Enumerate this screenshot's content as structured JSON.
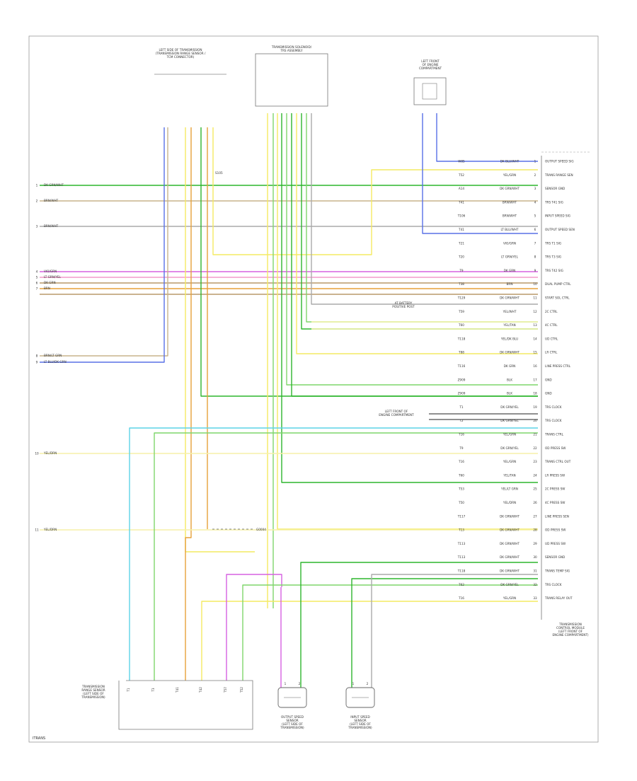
{
  "diagram": {
    "footer_code": "ITRANS",
    "connectors": {
      "left_tcm": {
        "title_lines": [
          "LEFT SIDE OF TRANSMISSION",
          "(TRANSMISSION RANGE SENSOR /",
          "TCM CONNECTOR)"
        ]
      },
      "tsa": {
        "title_lines": [
          "TRANSMISSION SOLENOID/",
          "TRS ASSEMBLY"
        ]
      },
      "lr_module": {
        "title_lines": [
          "LEFT FRONT",
          "OF ENGINE",
          "COMPARTMENT"
        ]
      },
      "tcm_right": {
        "title_lines": [
          "TRANSMISSION",
          "CONTROL MODULE",
          "(LEFT FRONT OF",
          "ENGINE COMPARTMENT)"
        ]
      },
      "bottom_tps": {
        "title_lines": [
          "TRANSMISSION",
          "RANGE SENSOR",
          "(LEFT SIDE OF",
          "TRANSMISSION)"
        ]
      },
      "output_sensor": {
        "title_lines": [
          "OUTPUT SPEED",
          "SENSOR",
          "(LEFT SIDE OF",
          "TRANSMISSION)"
        ]
      },
      "input_sensor": {
        "title_lines": [
          "INPUT SPEED",
          "SENSOR",
          "(LEFT SIDE OF",
          "TRANSMISSION)"
        ]
      }
    },
    "splice_labels": {
      "s1": "S105",
      "s2": "G0004",
      "s3": [
        "AT BATTERY",
        "POSITIVE POST"
      ],
      "s4": [
        "LEFT FRONT OF",
        "ENGINE COMPARTMENT"
      ]
    },
    "left_wire_labels": [
      {
        "num": "1",
        "text": "DK GRN/WHT"
      },
      {
        "num": "2",
        "text": "BRN/WHT"
      },
      {
        "num": "3",
        "text": "BRN/WHT"
      },
      {
        "num": "4",
        "text": "VIO/GRN"
      },
      {
        "num": "5",
        "text": "LT GRN/YEL"
      },
      {
        "num": "6",
        "text": "DK GRN"
      },
      {
        "num": "7",
        "text": "BRN"
      },
      {
        "num": "8",
        "text": "BRN/LT GRN"
      },
      {
        "num": "9",
        "text": "LT BLU/DK GRN"
      },
      {
        "num": "10",
        "text": "YEL/DRN"
      },
      {
        "num": "11",
        "text": "YEL/DRN"
      }
    ],
    "right_pins": [
      {
        "circuit": "W85",
        "color": "DK BLU/WHT",
        "pin": "1",
        "func": "OUTPUT SPEED SIG"
      },
      {
        "circuit": "T52",
        "color": "YEL/GRN",
        "pin": "2",
        "func": "TRANS RANGE SEN"
      },
      {
        "circuit": "A14",
        "color": "DK GRN/WHT",
        "pin": "3",
        "func": "SENSOR GND"
      },
      {
        "circuit": "T41",
        "color": "BRN/WHT",
        "pin": "4",
        "func": "TRS T41 SIG"
      },
      {
        "circuit": "T106",
        "color": "BRN/WHT",
        "pin": "5",
        "func": "INPUT SPEED SIG"
      },
      {
        "circuit": "T41",
        "color": "LT BLU/WHT",
        "pin": "6",
        "func": "OUTPUT SPEED SEN"
      },
      {
        "circuit": "T21",
        "color": "VIO/GRN",
        "pin": "7",
        "func": "TRS T1 SIG"
      },
      {
        "circuit": "T20",
        "color": "LT GRN/YEL",
        "pin": "8",
        "func": "TRS T3 SIG"
      },
      {
        "circuit": "T9",
        "color": "DK GRN",
        "pin": "9",
        "func": "TRS T42 SIG"
      },
      {
        "circuit": "T38",
        "color": "BRN",
        "pin": "10",
        "func": "DUAL PUMP CTRL"
      },
      {
        "circuit": "T129",
        "color": "DK GRN/WHT",
        "pin": "11",
        "func": "START SOL CTRL"
      },
      {
        "circuit": "T59",
        "color": "YEL/WHT",
        "pin": "12",
        "func": "2C CTRL"
      },
      {
        "circuit": "T60",
        "color": "YEL/TAN",
        "pin": "13",
        "func": "4C CTRL"
      },
      {
        "circuit": "T118",
        "color": "YEL/DK BLU",
        "pin": "14",
        "func": "UD CTRL"
      },
      {
        "circuit": "T88",
        "color": "DK GRN/WHT",
        "pin": "15",
        "func": "LR CTRL"
      },
      {
        "circuit": "T116",
        "color": "DK GRN",
        "pin": "16",
        "func": "LINE PRESS CTRL"
      },
      {
        "circuit": "Z909",
        "color": "BLK",
        "pin": "17",
        "func": "GND"
      },
      {
        "circuit": "Z909",
        "color": "BLK",
        "pin": "18",
        "func": "GND"
      },
      {
        "circuit": "T1",
        "color": "DK GRN/YEL",
        "pin": "19",
        "func": "TRS CLOCK"
      },
      {
        "circuit": "T2",
        "color": "DK GRN/YEL",
        "pin": "20",
        "func": "TRS CLOCK"
      },
      {
        "circuit": "T16",
        "color": "YEL/GRN",
        "pin": "21",
        "func": "TRANS CTRL"
      },
      {
        "circuit": "T9",
        "color": "DK GRN/YEL",
        "pin": "22",
        "func": "OD PRESS SW"
      },
      {
        "circuit": "T16",
        "color": "YEL/GRN",
        "pin": "23",
        "func": "TRANS CTRL OUT"
      },
      {
        "circuit": "T60",
        "color": "YEL/TAN",
        "pin": "24",
        "func": "LR PRESS SW"
      },
      {
        "circuit": "T53",
        "color": "YEL/LT GRN",
        "pin": "25",
        "func": "2C PRESS SW"
      },
      {
        "circuit": "T50",
        "color": "YEL/DRN",
        "pin": "26",
        "func": "4C PRESS SW"
      },
      {
        "circuit": "T117",
        "color": "DK GRN/WHT",
        "pin": "27",
        "func": "LINE PRESS SEN"
      },
      {
        "circuit": "T13",
        "color": "DK GRN/WHT",
        "pin": "28",
        "func": "OD PRESS SW"
      },
      {
        "circuit": "T113",
        "color": "DK GRN/WHT",
        "pin": "29",
        "func": "UD PRESS SW"
      },
      {
        "circuit": "T113",
        "color": "DK GRN/WHT",
        "pin": "30",
        "func": "SENSOR GND"
      },
      {
        "circuit": "T118",
        "color": "DK GRN/WHT",
        "pin": "31",
        "func": "TRANS TEMP SIG"
      },
      {
        "circuit": "T62",
        "color": "DK GRN/YEL",
        "pin": "32",
        "func": "TRS CLOCK"
      },
      {
        "circuit": "T16",
        "color": "YEL/GRN",
        "pin": "33",
        "func": "TRANS RELAY OUT"
      }
    ],
    "bottom_pins": [
      "T1",
      "T3",
      "T41",
      "T42",
      "T57",
      "T52"
    ],
    "output_sensor_pins": [
      "1",
      "2"
    ],
    "input_sensor_pins": [
      "1",
      "2"
    ]
  },
  "colors": {
    "dk_green": "#2db52d",
    "lt_green": "#7fd66b",
    "yellow": "#f4ea62",
    "pale_yellow": "#f6f1a8",
    "brown": "#b99a6a",
    "tan": "#c8b48c",
    "orange": "#e7a13a",
    "violet": "#d560e0",
    "pink": "#f39acb",
    "blue": "#5870e6",
    "cyan": "#5cd3e6",
    "gray": "#aaaaaa",
    "black": "#222222"
  }
}
